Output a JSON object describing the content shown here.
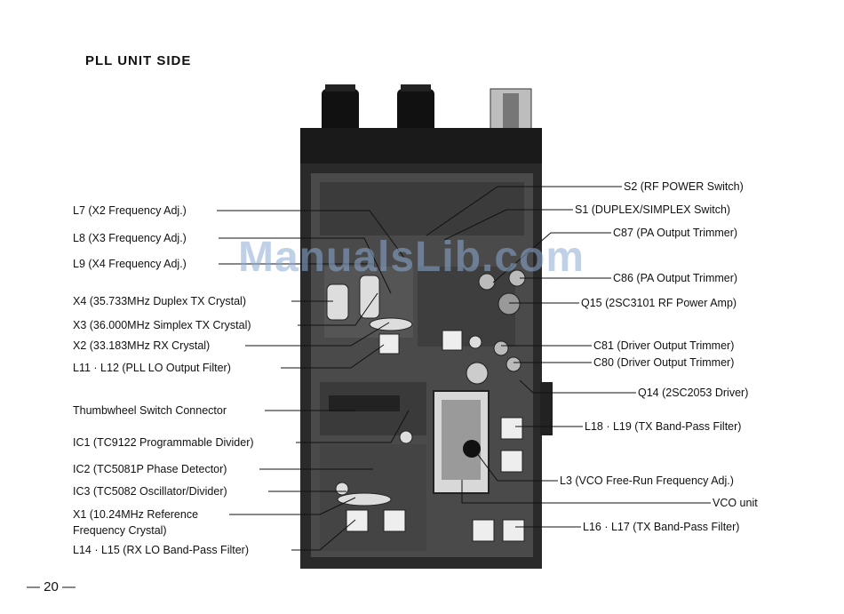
{
  "page_title": "PLL UNIT SIDE",
  "page_number": "— 20 —",
  "watermark": "ManualsLib.com",
  "left_labels": [
    "L7 (X2 Frequency Adj.)",
    "L8 (X3 Frequency Adj.)",
    "L9 (X4 Frequency Adj.)",
    "X4 (35.733MHz Duplex TX Crystal)",
    "X3 (36.000MHz Simplex TX Crystal)",
    "X2 (33.183MHz RX Crystal)",
    "L11 · L12 (PLL LO Output Filter)",
    "Thumbwheel Switch Connector",
    "IC1 (TC9122 Programmable Divider)",
    "IC2 (TC5081P Phase Detector)",
    "IC3 (TC5082 Oscillator/Divider)",
    "X1 (10.24MHz Reference",
    "Frequency Crystal)",
    "L14 · L15 (RX LO Band-Pass Filter)"
  ],
  "right_labels": [
    "S2 (RF POWER Switch)",
    "S1 (DUPLEX/SIMPLEX Switch)",
    "C87 (PA Output Trimmer)",
    "C86 (PA Output Trimmer)",
    "Q15 (2SC3101 RF Power Amp)",
    "C81 (Driver Output Trimmer)",
    "C80 (Driver Output Trimmer)",
    "Q14 (2SC2053 Driver)",
    "L18 · L19 (TX Band-Pass Filter)",
    "L3 (VCO Free-Run Frequency Adj.)",
    "VCO unit",
    "L16 · L17 (TX Band-Pass Filter)"
  ]
}
